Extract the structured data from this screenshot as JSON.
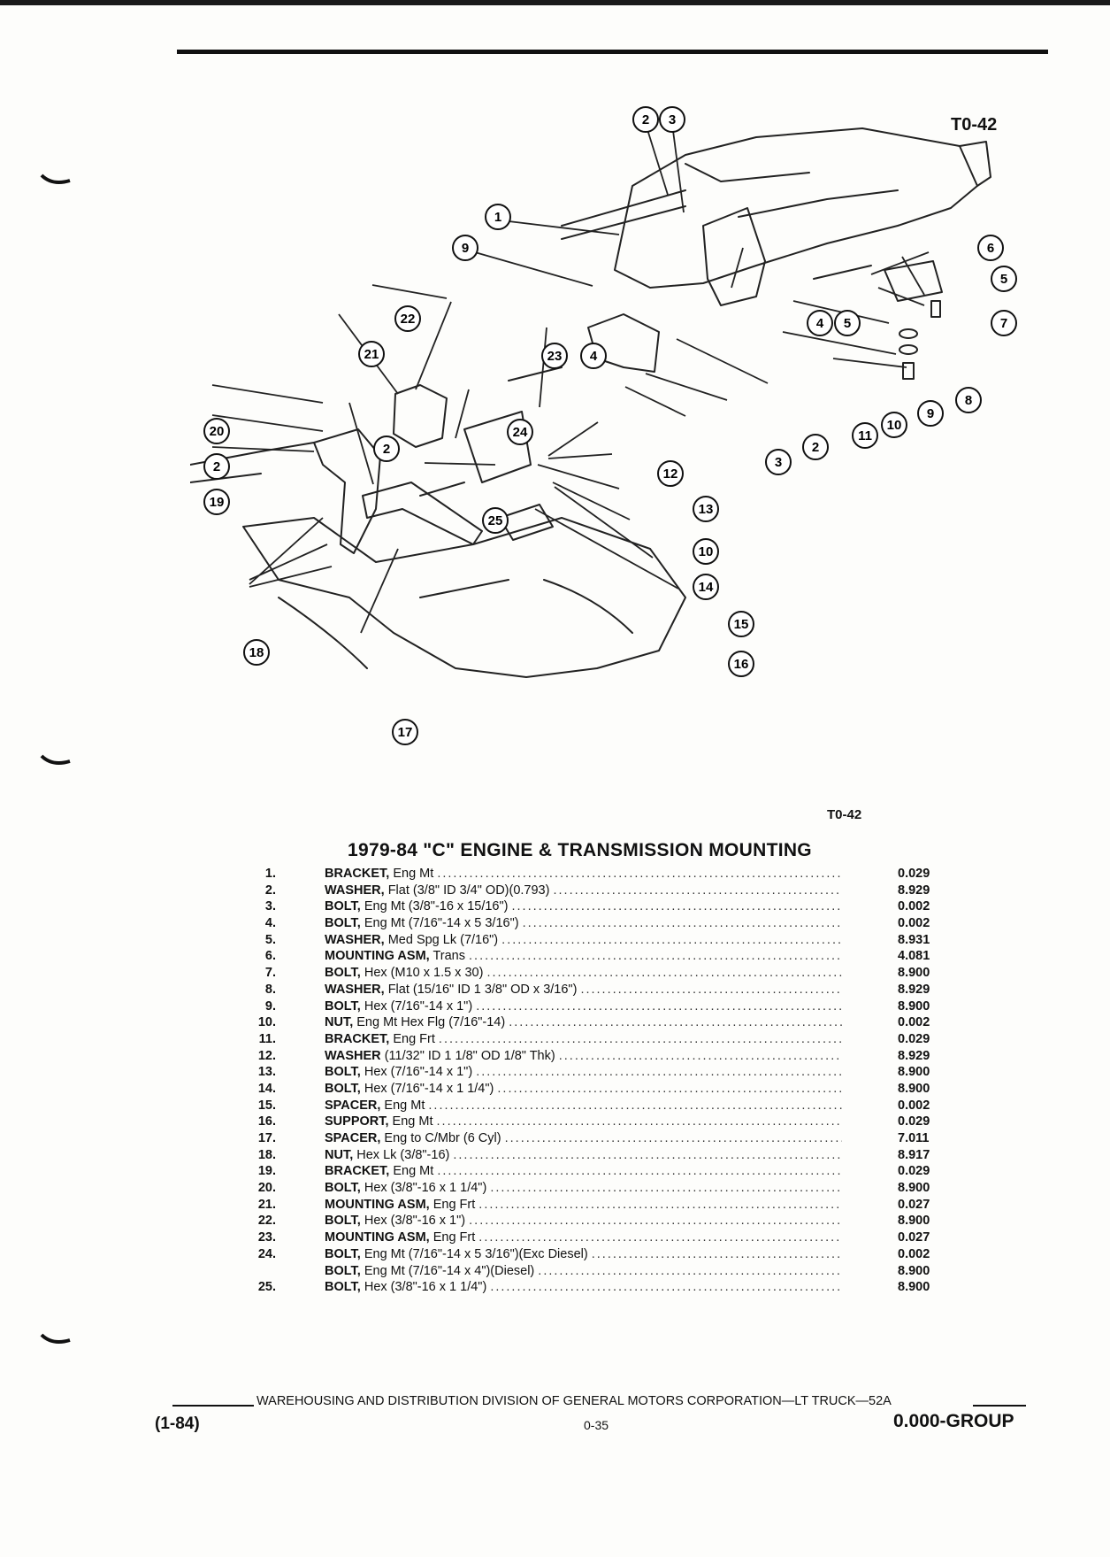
{
  "figure_code_top": "T0-42",
  "figure_code_bottom": "T0-42",
  "title": "1979-84 \"C\" ENGINE & TRANSMISSION MOUNTING",
  "callouts": [
    "1",
    "2",
    "3",
    "4",
    "5",
    "6",
    "7",
    "8",
    "9",
    "10",
    "11",
    "12",
    "13",
    "14",
    "15",
    "16",
    "17",
    "18",
    "19",
    "20",
    "21",
    "22",
    "23",
    "24",
    "25"
  ],
  "parts": [
    {
      "num": "1.",
      "name": "BRACKET,",
      "desc": "Eng Mt",
      "code": "0.029"
    },
    {
      "num": "2.",
      "name": "WASHER,",
      "desc": "Flat (3/8\" ID 3/4\" OD)(0.793)",
      "code": "8.929"
    },
    {
      "num": "3.",
      "name": "BOLT,",
      "desc": "Eng Mt (3/8\"-16 x 15/16\")",
      "code": "0.002"
    },
    {
      "num": "4.",
      "name": "BOLT,",
      "desc": "Eng Mt (7/16\"-14 x 5 3/16\")",
      "code": "0.002"
    },
    {
      "num": "5.",
      "name": "WASHER,",
      "desc": "Med Spg Lk (7/16\")",
      "code": "8.931"
    },
    {
      "num": "6.",
      "name": "MOUNTING ASM,",
      "desc": "Trans",
      "code": "4.081"
    },
    {
      "num": "7.",
      "name": "BOLT,",
      "desc": "Hex (M10 x 1.5 x 30)",
      "code": "8.900"
    },
    {
      "num": "8.",
      "name": "WASHER,",
      "desc": "Flat (15/16\" ID 1 3/8\" OD x 3/16\")",
      "code": "8.929"
    },
    {
      "num": "9.",
      "name": "BOLT,",
      "desc": "Hex (7/16\"-14 x 1\")",
      "code": "8.900"
    },
    {
      "num": "10.",
      "name": "NUT,",
      "desc": "Eng Mt Hex Flg (7/16\"-14)",
      "code": "0.002"
    },
    {
      "num": "11.",
      "name": "BRACKET,",
      "desc": "Eng Frt",
      "code": "0.029"
    },
    {
      "num": "12.",
      "name": "WASHER",
      "desc": "(11/32\" ID 1 1/8\" OD 1/8\" Thk)",
      "code": "8.929"
    },
    {
      "num": "13.",
      "name": "BOLT,",
      "desc": "Hex (7/16\"-14 x 1\")",
      "code": "8.900"
    },
    {
      "num": "14.",
      "name": "BOLT,",
      "desc": "Hex (7/16\"-14 x 1 1/4\")",
      "code": "8.900"
    },
    {
      "num": "15.",
      "name": "SPACER,",
      "desc": "Eng Mt",
      "code": "0.002"
    },
    {
      "num": "16.",
      "name": "SUPPORT,",
      "desc": "Eng Mt",
      "code": "0.029"
    },
    {
      "num": "17.",
      "name": "SPACER,",
      "desc": "Eng to C/Mbr (6 Cyl)",
      "code": "7.011"
    },
    {
      "num": "18.",
      "name": "NUT,",
      "desc": "Hex Lk (3/8\"-16)",
      "code": "8.917"
    },
    {
      "num": "19.",
      "name": "BRACKET,",
      "desc": "Eng Mt",
      "code": "0.029"
    },
    {
      "num": "20.",
      "name": "BOLT,",
      "desc": "Hex (3/8\"-16 x 1 1/4\")",
      "code": "8.900"
    },
    {
      "num": "21.",
      "name": "MOUNTING ASM,",
      "desc": "Eng Frt",
      "code": "0.027"
    },
    {
      "num": "22.",
      "name": "BOLT,",
      "desc": "Hex (3/8\"-16 x 1\")",
      "code": "8.900"
    },
    {
      "num": "23.",
      "name": "MOUNTING ASM,",
      "desc": "Eng Frt",
      "code": "0.027"
    },
    {
      "num": "24.",
      "name": "BOLT,",
      "desc": "Eng Mt (7/16\"-14 x 5 3/16\")(Exc Diesel)",
      "code": "0.002"
    },
    {
      "num": "",
      "name": "BOLT,",
      "desc": "Eng Mt (7/16\"-14 x 4\")(Diesel)",
      "code": "8.900"
    },
    {
      "num": "25.",
      "name": "BOLT,",
      "desc": "Hex (3/8\"-16 x 1 1/4\")",
      "code": "8.900"
    }
  ],
  "footer": {
    "line": "WAREHOUSING AND DISTRIBUTION DIVISION OF GENERAL MOTORS CORPORATION—LT TRUCK—52A",
    "date_code": "(1-84)",
    "page": "0-35",
    "group": "0.000-GROUP"
  }
}
